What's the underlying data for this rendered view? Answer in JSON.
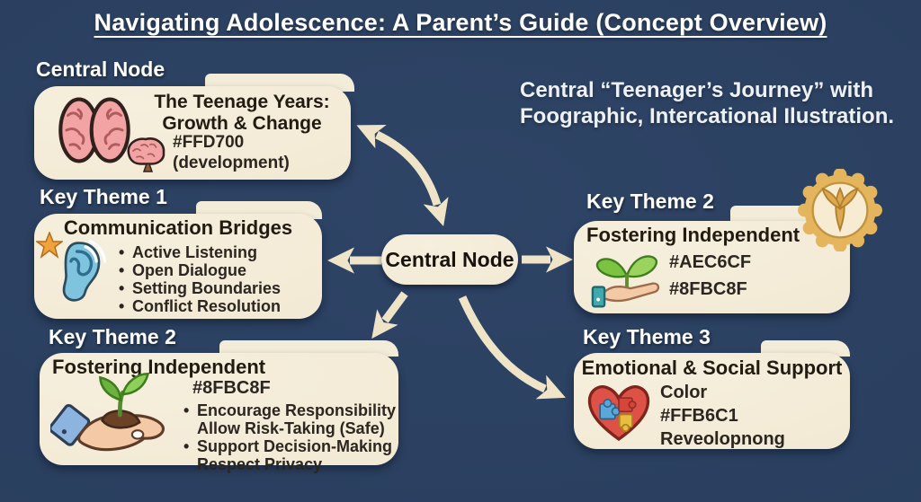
{
  "title": "Navigating Adolescence: A Parent’s Guide (Concept Overview)",
  "subtitle": {
    "line1": "Central “Teenager’s Journey” with",
    "line2": "Foographic, Intercational Ilustration."
  },
  "central_box": {
    "label": "Central Node",
    "heading1": "The Teenage Years:",
    "heading2": "Growth & Change",
    "color_code": "#FFD700",
    "color_note": "(development)"
  },
  "central_node": {
    "label": "Central Node"
  },
  "theme1": {
    "label": "Key Theme 1",
    "heading": "Communication Bridges",
    "items": [
      {
        "marker": "•",
        "text": "Active Listening"
      },
      {
        "marker": "•",
        "text": "Open Dialogue"
      },
      {
        "marker": "•",
        "text": "Setting Boundaries"
      },
      {
        "marker": "•",
        "text": "Conflict Resolution"
      }
    ]
  },
  "theme2_right": {
    "label": "Key Theme 2",
    "heading": "Fostering Independent",
    "code1": "#AEC6CF",
    "code2": "#8FBC8F"
  },
  "theme2_bottom": {
    "label": "Key Theme 2",
    "heading": "Fostering Independent",
    "code": "#8FBC8F",
    "items": [
      {
        "marker": "•",
        "text": "Encourage Responsibility"
      },
      {
        "marker": "",
        "text": "Allow Risk-Taking (Safe)"
      },
      {
        "marker": "•",
        "text": "Support Decision-Making"
      },
      {
        "marker": "",
        "text": "Respect Privacy"
      }
    ]
  },
  "theme3": {
    "label": "Key Theme 3",
    "heading": "Emotional & Social Support",
    "line1": "Color",
    "line2": "#FFB6C1",
    "line3": "Reveolopnong"
  },
  "icons": {
    "central_large": "brain-top-icon",
    "central_small": "brain-side-icon",
    "theme1_star": "star-icon",
    "theme1_ear": "ear-listening-icon",
    "theme2_right_plant": "seedling-in-hand-icon",
    "theme2_right_badge": "leaf-badge-icon",
    "theme2_bottom_hand": "hand-holding-sprout-icon",
    "theme3_heart": "heart-puzzle-icon"
  },
  "colors": {
    "background": "#2C4161",
    "panel": "#F3ECD8",
    "arrow": "#EFE4C8",
    "title_text": "#FFFFFF",
    "heading_text": "#211B12",
    "badge_gold": "#E5B55E"
  }
}
